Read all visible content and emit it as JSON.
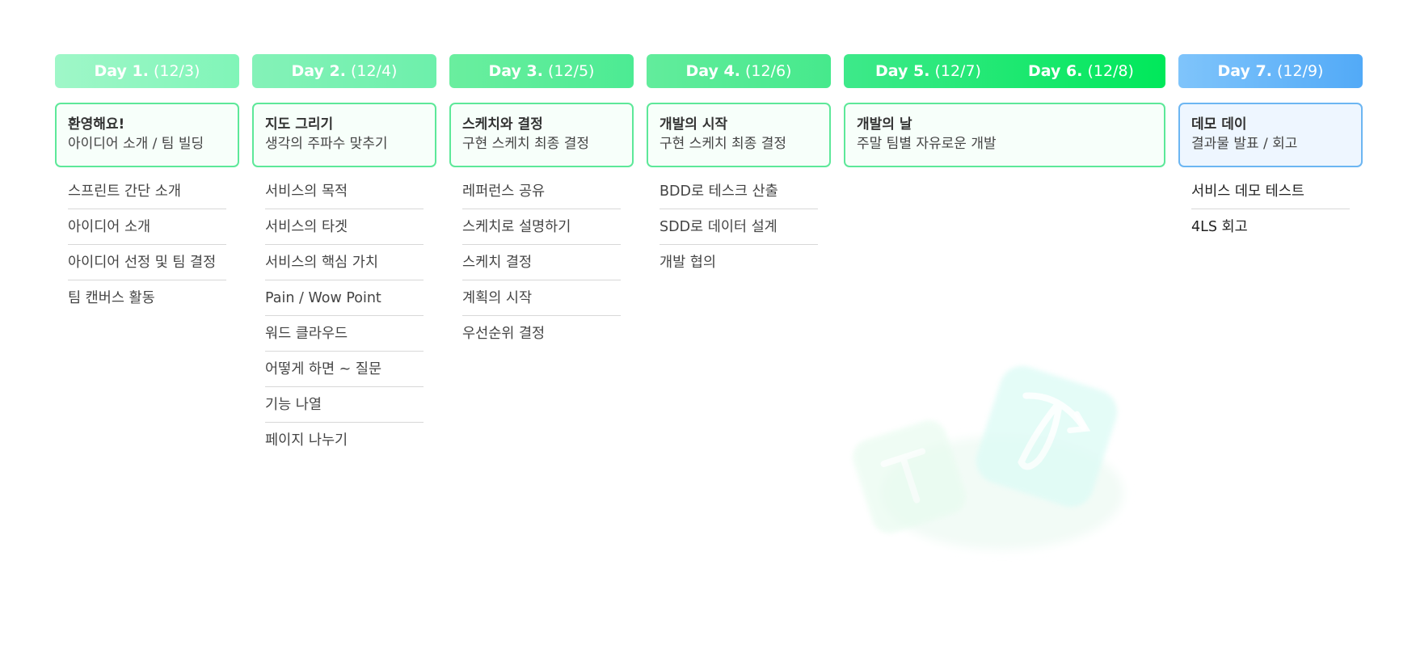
{
  "days": [
    {
      "day_label": "Day 1.",
      "date": "(12/3)",
      "card_title": "환영해요!",
      "card_subtitle": "아이디어 소개 / 팀 빌딩",
      "items": [
        "스프린트 간단 소개",
        "아이디어 소개",
        "아이디어 선정 및 팀 결정",
        "팀 캔버스 활동"
      ]
    },
    {
      "day_label": "Day 2.",
      "date": "(12/4)",
      "card_title": "지도 그리기",
      "card_subtitle": "생각의 주파수 맞추기",
      "items": [
        "서비스의 목적",
        "서비스의 타겟",
        "서비스의 핵심 가치",
        "Pain / Wow Point",
        "워드 클라우드",
        "어떻게 하면 ~ 질문",
        "기능 나열",
        "페이지 나누기"
      ]
    },
    {
      "day_label": "Day 3.",
      "date": "(12/5)",
      "card_title": "스케치와 결정",
      "card_subtitle": "구현 스케치 최종 결정",
      "items": [
        "레퍼런스 공유",
        "스케치로 설명하기",
        "스케치 결정",
        "계획의 시작",
        "우선순위 결정"
      ]
    },
    {
      "day_label": "Day 4.",
      "date": "(12/6)",
      "card_title": "개발의 시작",
      "card_subtitle": "구현 스케치 최종 결정",
      "items": [
        "BDD로 테스크 산출",
        "SDD로 데이터 설계",
        "개발 협의"
      ]
    },
    {
      "day_label_a": "Day 5.",
      "date_a": "(12/7)",
      "day_label_b": "Day 6.",
      "date_b": "(12/8)",
      "card_title": "개발의 날",
      "card_subtitle": "주말 팀별 자유로운 개발",
      "items": []
    },
    {
      "day_label": "Day 7.",
      "date": "(12/9)",
      "card_title": "데모 데이",
      "card_subtitle": "결과물 발표 / 회고",
      "items": [
        "서비스 데모 테스트",
        "4LS 회고"
      ]
    }
  ],
  "colors": {
    "green_border": "#5de899",
    "blue_border": "#6cb6f2",
    "green_header_end": "#00e85a",
    "blue_header_end": "#52aaf7"
  },
  "decoration_icons": [
    "pen-tile-icon",
    "pen-tile-icon"
  ]
}
